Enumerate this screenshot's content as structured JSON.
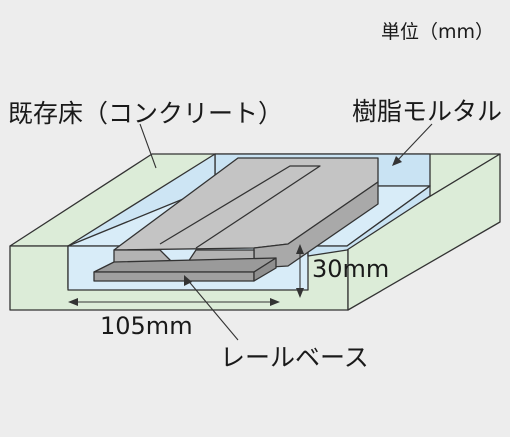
{
  "unit_label": "単位（mm）",
  "labels": {
    "existing_floor": "既存床（コンクリート）",
    "resin_mortar": "樹脂モルタル",
    "rail_base": "レールベース"
  },
  "dimensions": {
    "height": "30mm",
    "width": "105mm"
  },
  "colors": {
    "background": "#ededed",
    "concrete": "#dcecd8",
    "resin_mortar": "#d8ecf8",
    "rail": "#a9a9a9",
    "outline": "#333333"
  }
}
